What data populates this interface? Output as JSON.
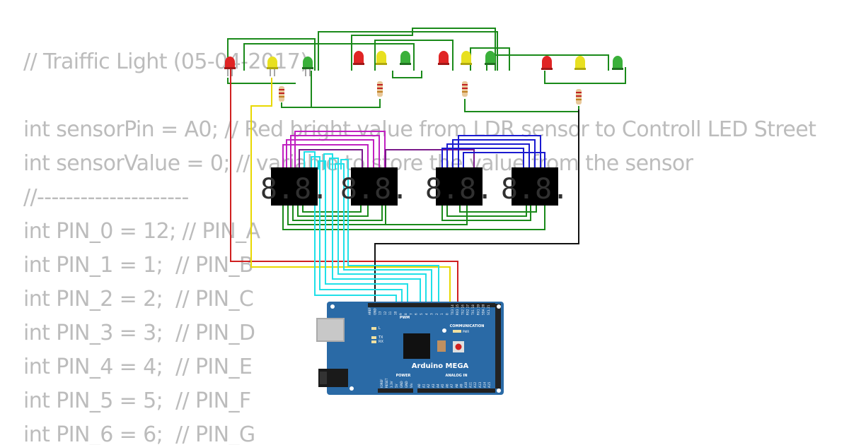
{
  "code": {
    "lines": [
      "// Traiffic Light (05-04-2017)",
      "",
      "int sensorPin = A0; // Red bright value from LDR sensor to Controll LED Street",
      "int sensorValue = 0; // variable to store the value from the sensor",
      "//---------------------",
      "int PIN_0 = 12; // PIN_A",
      "int PIN_1 = 1;  // PIN_B",
      "int PIN_2 = 2;  // PIN_C",
      "int PIN_3 = 3;  // PIN_D",
      "int PIN_4 = 4;  // PIN_E",
      "int PIN_5 = 5;  // PIN_F",
      "int PIN_6 = 6;  // PIN_G"
    ]
  },
  "board": {
    "name": "Arduino MEGA",
    "power_label": "POWER",
    "analog_label": "ANALOG IN",
    "pwm_label": "PWM",
    "comm_label": "COMMUNICATION",
    "led_l": "L",
    "led_tx": "TX",
    "led_rx": "RX",
    "pwr_label": "PWR",
    "digital_pins": [
      "AREF",
      "GND",
      "13",
      "12",
      "11",
      "10",
      "9",
      "8",
      "7",
      "6",
      "5",
      "4",
      "3",
      "2",
      "1",
      "0",
      "TX3 14",
      "RX3 15",
      "TX2 16",
      "RX2 17",
      "TX1 18",
      "RX1 19",
      "SDA 20",
      "SCL 21"
    ],
    "power_pins": [
      "IOREF",
      "RESET",
      "3.3V",
      "5V",
      "GND",
      "GND",
      "Vin"
    ],
    "analog_pins": [
      "A0",
      "A1",
      "A2",
      "A3",
      "A4",
      "A5",
      "A6",
      "A7",
      "A8",
      "A9",
      "A10",
      "A11",
      "A12",
      "A13",
      "A14",
      "A15"
    ]
  },
  "traffic_lights": [
    {
      "id": 1,
      "colors": [
        "red",
        "yellow",
        "green"
      ]
    },
    {
      "id": 2,
      "colors": [
        "red",
        "yellow",
        "green"
      ]
    },
    {
      "id": 3,
      "colors": [
        "red",
        "yellow",
        "green"
      ]
    },
    {
      "id": 4,
      "colors": [
        "red",
        "yellow",
        "green"
      ]
    }
  ],
  "displays": [
    {
      "id": 1,
      "digits": "8.8."
    },
    {
      "id": 2,
      "digits": "8.8."
    },
    {
      "id": 3,
      "digits": "8.8."
    },
    {
      "id": 4,
      "digits": "8.8."
    }
  ],
  "colors": {
    "code_text": "#bcbcbc",
    "board": "#2a6aa6",
    "wire_red": "#d02020",
    "wire_yellow": "#e8d800",
    "wire_green": "#1a8a1a",
    "wire_magenta": "#c020c0",
    "wire_purple": "#7a1a8a",
    "wire_blue": "#1a1ad0",
    "wire_cyan": "#20e0e8",
    "wire_black": "#111111"
  }
}
